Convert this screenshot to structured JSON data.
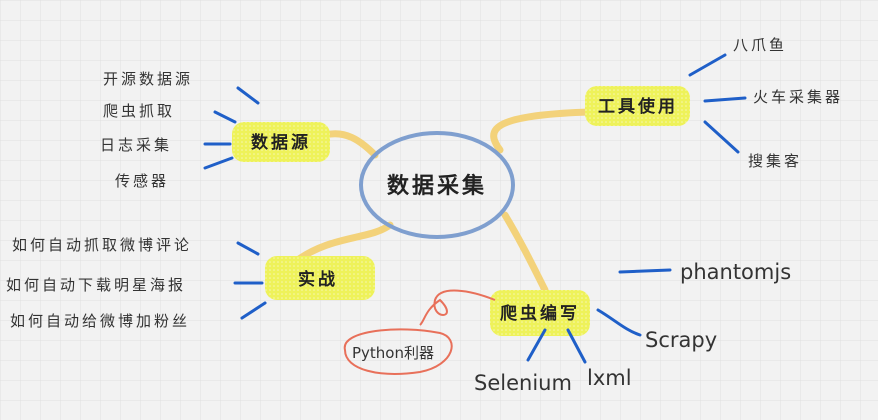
{
  "center": {
    "label": "数据采集"
  },
  "branches": {
    "data_source": {
      "label": "数据源",
      "leaves": [
        "开源数据源",
        "爬虫抓取",
        "日志采集",
        "传感器"
      ]
    },
    "tools": {
      "label": "工具使用",
      "leaves": [
        "八爪鱼",
        "火车采集器",
        "搜集客"
      ]
    },
    "practice": {
      "label": "实战",
      "leaves": [
        "如何自动抓取微博评论",
        "如何自动下载明星海报",
        "如何自动给微博加粉丝"
      ]
    },
    "crawler": {
      "label": "爬虫编写",
      "leaves": [
        "phantomjs",
        "Scrapy",
        "lxml",
        "Selenium"
      ],
      "note": "Python利器"
    }
  },
  "colors": {
    "background": "#f2f2f2",
    "grid": "#e0e0e0",
    "highlight": "#eef25a",
    "link": "#f3d27a",
    "leaf_line": "#1f5fc8",
    "center_outline": "#7f9fcf",
    "note_outline": "#e8705a"
  }
}
